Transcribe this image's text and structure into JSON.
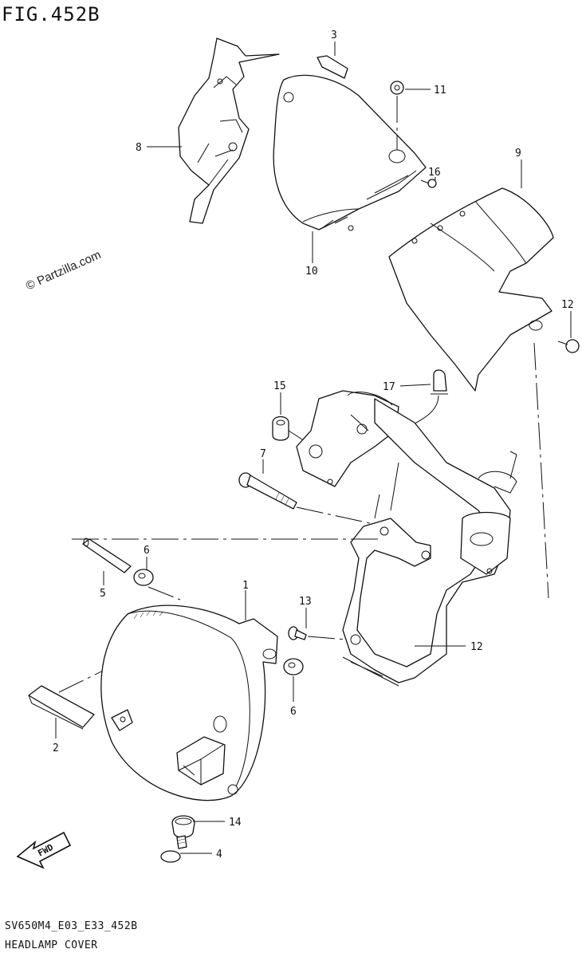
{
  "figure": {
    "title": "FIG.452B",
    "code": "SV650M4_E03_E33_452B",
    "name": "HEADLAMP COVER",
    "watermark": "© Partzilla.com",
    "fwd_label": "FWD"
  },
  "callouts": [
    {
      "id": "c1",
      "label": "1"
    },
    {
      "id": "c2",
      "label": "2"
    },
    {
      "id": "c3",
      "label": "3"
    },
    {
      "id": "c4",
      "label": "4"
    },
    {
      "id": "c5",
      "label": "5"
    },
    {
      "id": "c6a",
      "label": "6"
    },
    {
      "id": "c6b",
      "label": "6"
    },
    {
      "id": "c7",
      "label": "7"
    },
    {
      "id": "c8",
      "label": "8"
    },
    {
      "id": "c9",
      "label": "9"
    },
    {
      "id": "c10",
      "label": "10"
    },
    {
      "id": "c11",
      "label": "11"
    },
    {
      "id": "c12a",
      "label": "12"
    },
    {
      "id": "c12b",
      "label": "12"
    },
    {
      "id": "c13",
      "label": "13"
    },
    {
      "id": "c14",
      "label": "14"
    },
    {
      "id": "c15",
      "label": "15"
    },
    {
      "id": "c16",
      "label": "16"
    },
    {
      "id": "c17",
      "label": "17"
    }
  ]
}
